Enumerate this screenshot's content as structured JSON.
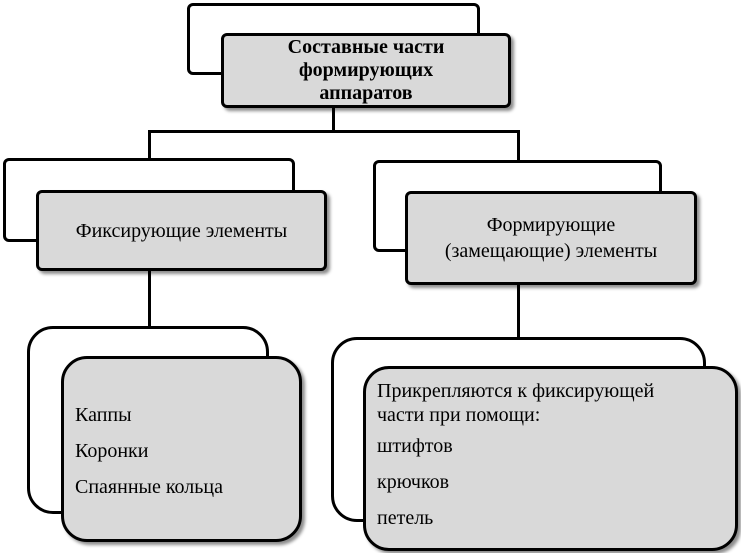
{
  "root": {
    "title_lines": [
      "Составные части",
      "формирующих",
      "аппаратов"
    ]
  },
  "left": {
    "label": "Фиксирующие элементы",
    "items": [
      "Каппы",
      "Коронки",
      "Спаянные кольца"
    ]
  },
  "right": {
    "label_lines": [
      "Формирующие",
      "(замещающие) элементы"
    ],
    "intro_lines": [
      "Прикрепляются к фиксирующей",
      "части при помощи:"
    ],
    "items": [
      "штифтов",
      "крючков",
      "петель"
    ]
  }
}
